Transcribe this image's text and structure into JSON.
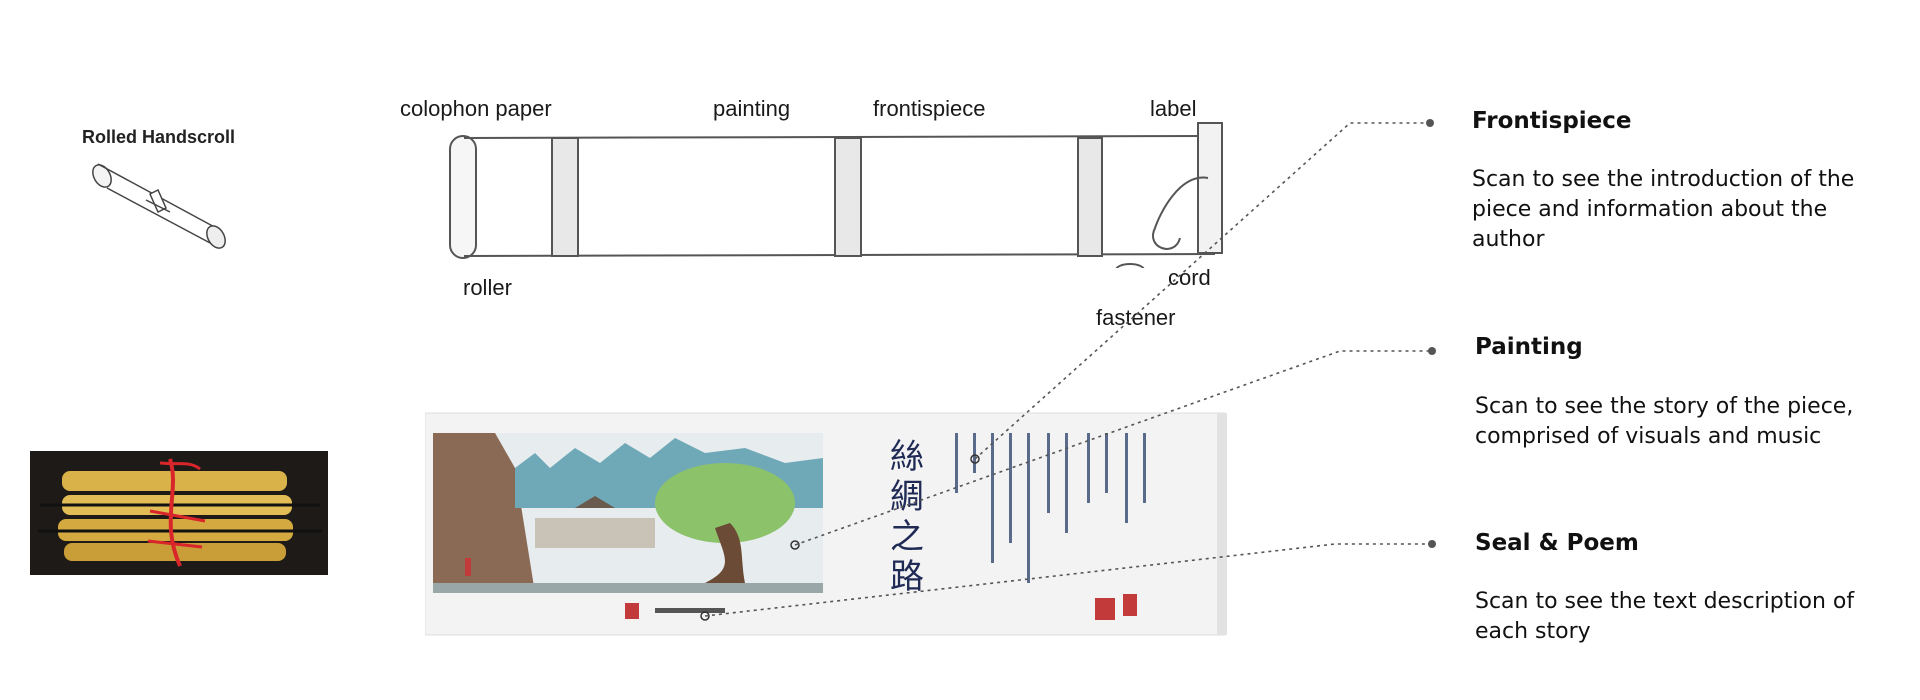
{
  "rolled_handscroll": {
    "title": "Rolled Handscroll"
  },
  "diagram": {
    "labels": {
      "colophon_paper": "colophon paper",
      "painting": "painting",
      "frontispiece": "frontispiece",
      "label": "label",
      "roller": "roller",
      "cord": "cord",
      "fastener": "fastener"
    }
  },
  "scroll_photo": {
    "calligraphy_title": "絲綢之路"
  },
  "info": [
    {
      "title": "Frontispiece",
      "body": "Scan to see the introduction of the piece and information about the author"
    },
    {
      "title": "Painting",
      "body": "Scan to see the story of the piece, comprised of visuals and music"
    },
    {
      "title": "Seal & Poem",
      "body": "Scan to see the text description of each story"
    }
  ],
  "colors": {
    "leader_line": "#555555",
    "seal_red": "#c23a3a",
    "silk_gold": "#d9b24a",
    "ribbon_red": "#d8262a",
    "calligraphy_navy": "#1f2a55"
  }
}
